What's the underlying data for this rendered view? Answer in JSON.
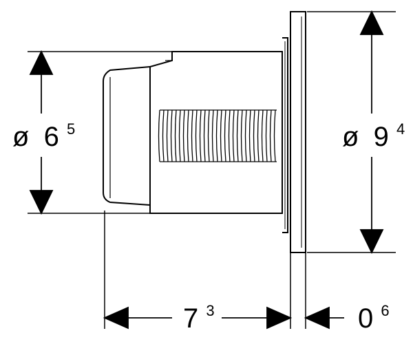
{
  "dimensions": {
    "inner_diameter": {
      "symbol": "ø",
      "base": "6",
      "sup": "5"
    },
    "outer_diameter": {
      "symbol": "ø",
      "base": "9",
      "sup": "4"
    },
    "depth": {
      "base": "7",
      "sup": "3"
    },
    "plate_thickness": {
      "base": "0",
      "sup": "6"
    }
  },
  "colors": {
    "line": "#000000",
    "background": "#ffffff"
  }
}
